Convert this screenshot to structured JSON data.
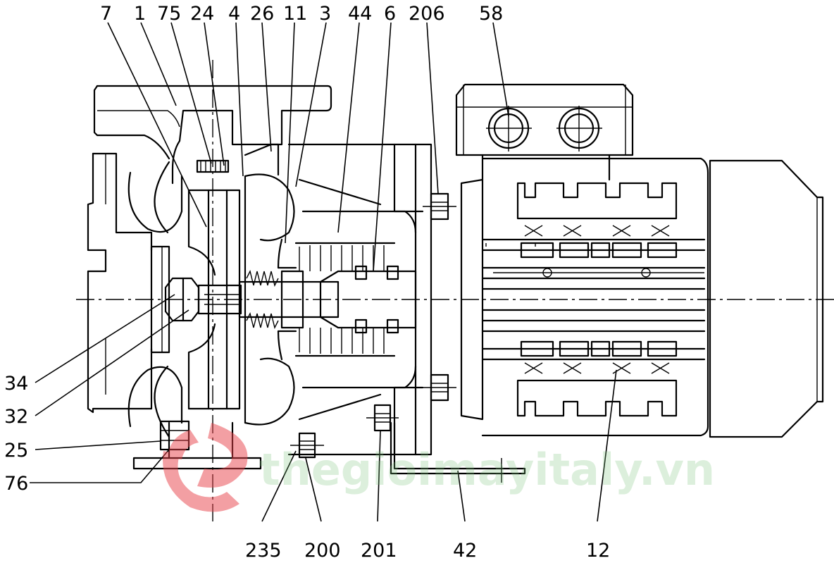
{
  "labels": {
    "top": [
      "7",
      "1",
      "75",
      "24",
      "4",
      "26",
      "11",
      "3",
      "44",
      "6",
      "206",
      "58"
    ],
    "left": [
      "34",
      "32",
      "25",
      "76"
    ],
    "bottom": [
      "235",
      "200",
      "201",
      "42",
      "12"
    ]
  },
  "watermark": {
    "text": "thegioimayitaly.vn",
    "logo": "red-swirl-logo",
    "text_color": "#7ec47e",
    "logo_color": "#e8424a"
  }
}
